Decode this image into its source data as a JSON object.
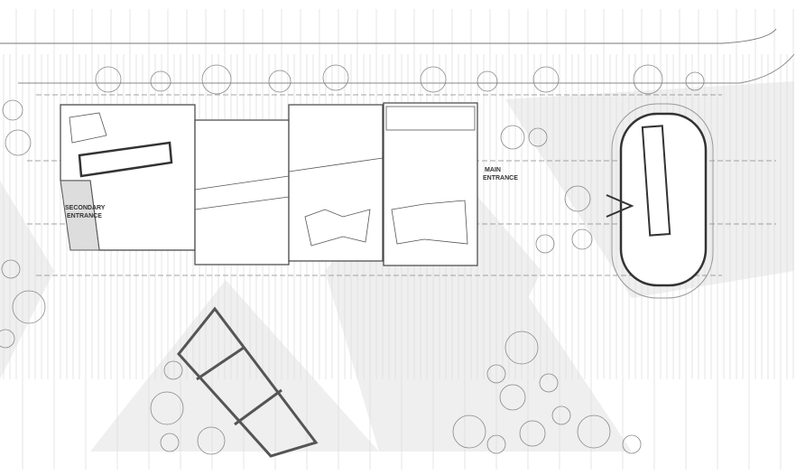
{
  "plan": {
    "secondary_entrance_line1": "SECONDARY",
    "secondary_entrance_line2": "ENTRANCE",
    "main_entrance_line1": "MAIN",
    "main_entrance_line2": "ENTRANCE"
  },
  "colors": {
    "line": "#555555",
    "wall": "#3a3a3a",
    "grid": "#c8c8c8",
    "shade": "#ececec"
  }
}
